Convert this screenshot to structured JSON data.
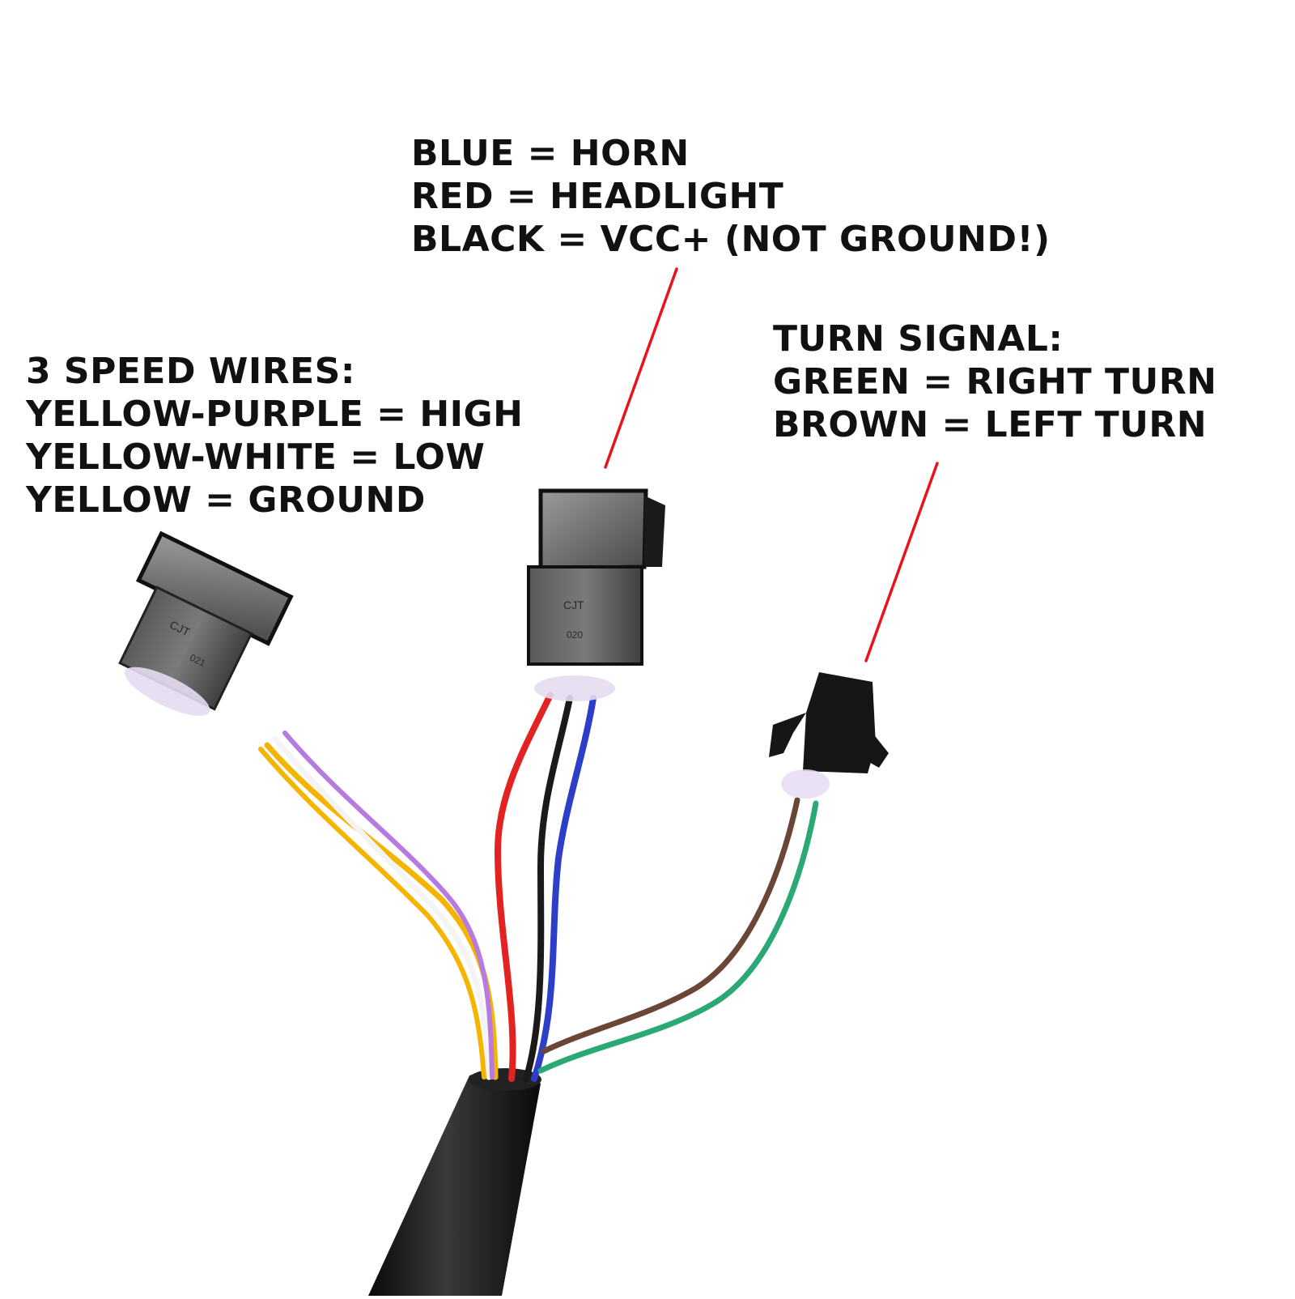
{
  "labels": {
    "speed": {
      "title": "3 SPEED WIRES:",
      "lines": [
        "YELLOW-PURPLE = HIGH",
        "YELLOW-WHITE = LOW",
        "YELLOW = GROUND"
      ]
    },
    "handlebar": {
      "lines": [
        "BLUE = HORN",
        "RED = HEADLIGHT",
        "BLACK = VCC+ (NOT GROUND!)"
      ]
    },
    "turn": {
      "title": "TURN SIGNAL:",
      "lines": [
        "GREEN = RIGHT TURN",
        "BROWN = LEFT TURN"
      ]
    }
  },
  "connector_marks": {
    "speed": [
      "CJT",
      "021"
    ],
    "handlebar": [
      "CJT",
      "020"
    ]
  },
  "colors": {
    "yellow": "#f5b400",
    "white": "#f4f4f4",
    "purple": "#b77be0",
    "red": "#e32222",
    "black": "#1a1a1a",
    "blue": "#2d3fc8",
    "brown": "#6b4636",
    "green": "#2aa876",
    "callout": "#e8141c",
    "connector": "#3c3c3c",
    "sleeve": "#e6dcf2"
  }
}
